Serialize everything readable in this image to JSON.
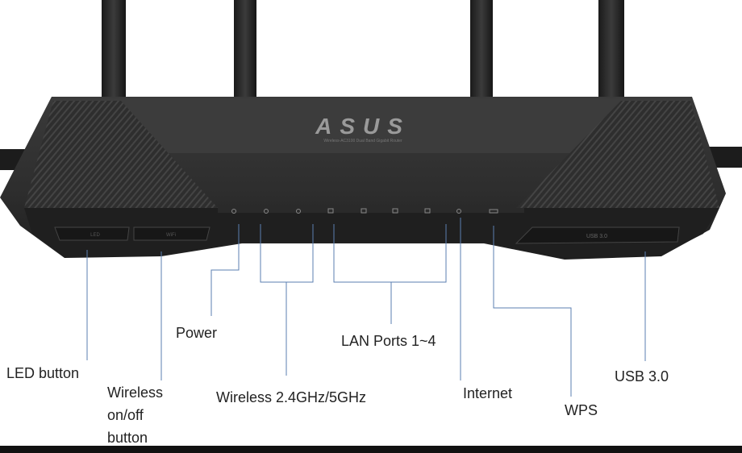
{
  "brand": {
    "logo_text": "ASUS",
    "tagline": "Wireless-AC3100 Dual Band Gigabit Router"
  },
  "buttons": {
    "led_button_text": "LED",
    "wireless_button_text": "WiFi",
    "usb_port_text": "USB 3.0"
  },
  "labels": {
    "led_button": "LED button",
    "wireless_button_line1": "Wireless",
    "wireless_button_line2": "on/off",
    "wireless_button_line3": "button",
    "power": "Power",
    "wireless_bands": "Wireless 2.4GHz/5GHz",
    "lan_ports": "LAN Ports 1~4",
    "internet": "Internet",
    "wps": "WPS",
    "usb": "USB 3.0"
  },
  "colors": {
    "leader_line": "#5b7fb2",
    "router_body": "#2b2b2b",
    "router_panel": "#353535",
    "label_text": "#222222"
  }
}
